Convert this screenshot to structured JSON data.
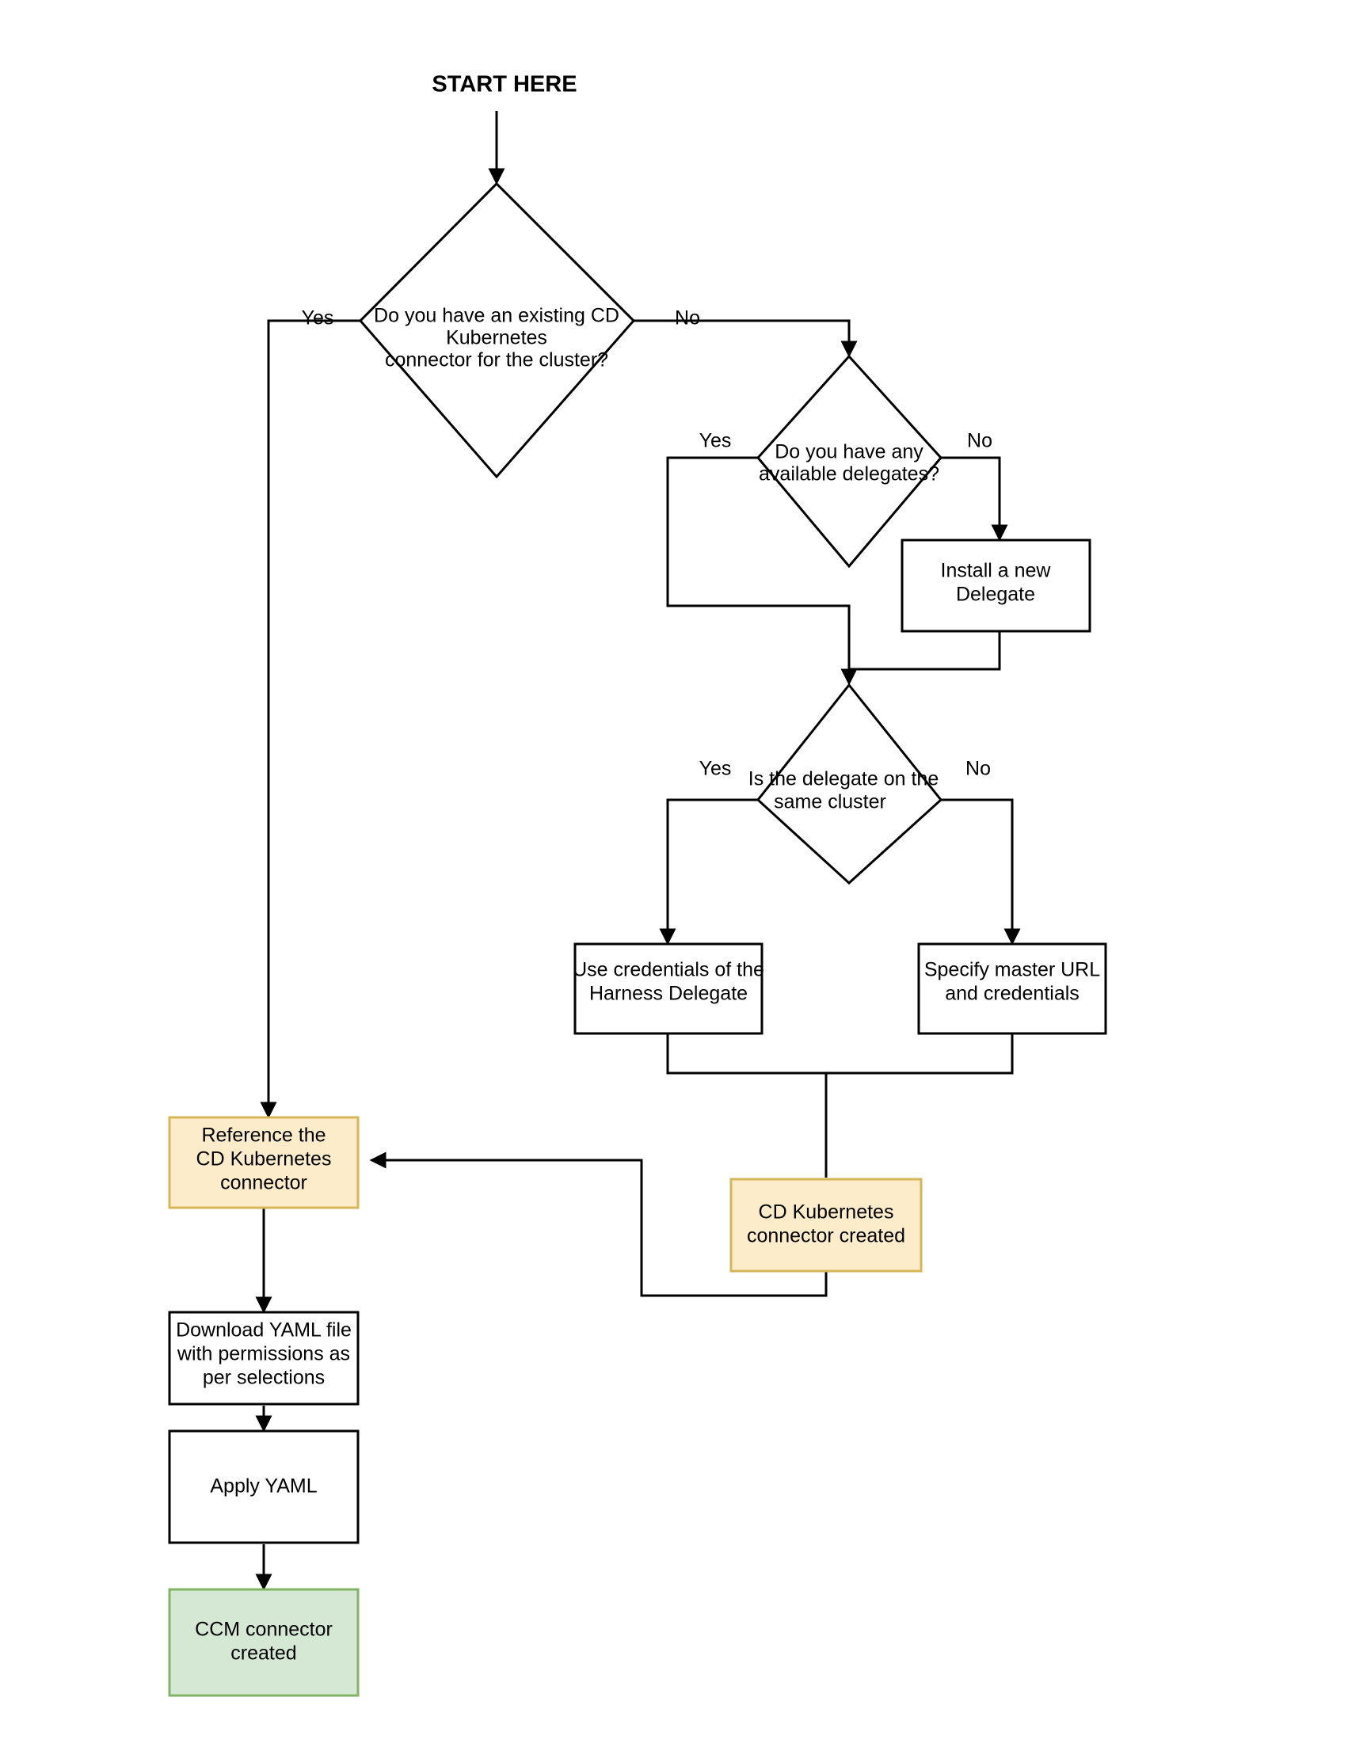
{
  "diagram": {
    "title_text": "START HERE",
    "type": "flowchart",
    "colors": {
      "yellow_fill": "#fcecc9",
      "yellow_stroke": "#d6b656",
      "green_fill": "#d5e8d4",
      "green_stroke": "#82b366",
      "default_fill": "#ffffff",
      "default_stroke": "#000000",
      "background": "#ffffff"
    },
    "nodes": [
      {
        "id": "d1",
        "shape": "diamond",
        "lines": [
          "Do you have an existing CD",
          "Kubernetes",
          "connector for the cluster?"
        ]
      },
      {
        "id": "d2",
        "shape": "diamond",
        "lines": [
          "Do you have any",
          "available delegates?"
        ]
      },
      {
        "id": "b_install",
        "shape": "rect",
        "lines": [
          "Install a new",
          "Delegate"
        ]
      },
      {
        "id": "d3",
        "shape": "diamond",
        "lines": [
          "Is the delegate on the",
          "same cluster"
        ]
      },
      {
        "id": "b_usecreds",
        "shape": "rect",
        "lines": [
          "Use credentials of the",
          "Harness Delegate"
        ]
      },
      {
        "id": "b_master",
        "shape": "rect",
        "lines": [
          "Specify master URL",
          "and credentials"
        ]
      },
      {
        "id": "b_reference",
        "shape": "rect-yellow",
        "lines": [
          "Reference the",
          "CD Kubernetes",
          "connector"
        ]
      },
      {
        "id": "b_created",
        "shape": "rect-yellow",
        "lines": [
          "CD Kubernetes",
          "connector created"
        ]
      },
      {
        "id": "b_download",
        "shape": "rect",
        "lines": [
          "Download YAML file",
          "with permissions as",
          "per selections"
        ]
      },
      {
        "id": "b_apply",
        "shape": "rect",
        "lines": [
          "Apply YAML"
        ]
      },
      {
        "id": "b_ccm",
        "shape": "rect-green",
        "lines": [
          "CCM connector",
          "created"
        ]
      }
    ],
    "edge_labels": {
      "d1_yes": "Yes",
      "d1_no": "No",
      "d2_yes": "Yes",
      "d2_no": "No",
      "d3_yes": "Yes",
      "d3_no": "No"
    }
  }
}
